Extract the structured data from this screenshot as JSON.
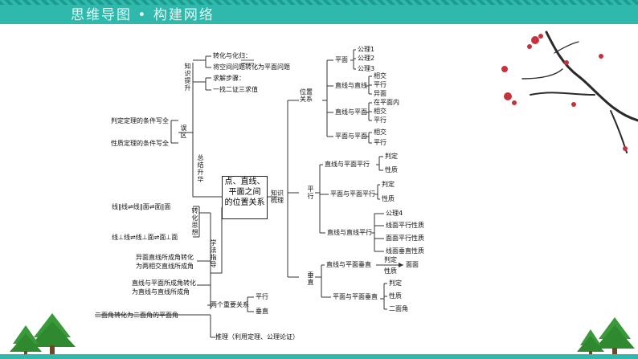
{
  "banner": {
    "title": "思维导图 • 构建网络"
  },
  "center": {
    "lines": [
      "点、直线、",
      "平面之间",
      "的位置关系"
    ]
  },
  "zhishi_tisheng": {
    "label": "知识提升",
    "items": [
      "转化与化归：",
      "将空间问题转化为平面问题",
      "求解步骤：",
      "一找二证三求值"
    ]
  },
  "wuqu": {
    "label": "误区",
    "items": [
      "判定定理的条件写全",
      "性质定理的条件写全"
    ]
  },
  "zongjie": {
    "label": "总结升华"
  },
  "xuefa": {
    "label": "学法指导",
    "zhuanhua": {
      "label": "转化思想",
      "items": [
        "线∥线⇌线∥面⇌面∥面",
        "线⊥线⇌线⊥面⇌面⊥面"
      ]
    },
    "items": [
      "异面直线所成角转化为两相交直线所成角",
      "直线与平面所成角转化为直线与直线所成角",
      "二面角转化为二面角的平面角"
    ],
    "two_relations": {
      "label": "两个重要关系",
      "items": [
        "平行",
        "垂直"
      ]
    },
    "proof": "推理（利用定理、公理论证）"
  },
  "zhishi_shuli": {
    "label": "知识梳理"
  },
  "weizhi": {
    "label": "位置关系",
    "plane": {
      "label": "平面",
      "items": [
        "公理1",
        "公理2",
        "公理3"
      ]
    },
    "line_line": {
      "label": "直线与直线",
      "items": [
        "相交",
        "平行",
        "异面"
      ]
    },
    "line_plane": {
      "label": "直线与平面",
      "items": [
        "在平面内",
        "相交",
        "平行"
      ]
    },
    "plane_plane": {
      "label": "平面与平面",
      "items": [
        "相交",
        "平行"
      ]
    }
  },
  "pingxing": {
    "label": "平行",
    "lp": {
      "label": "直线与平面平行",
      "items": [
        "判定",
        "性质"
      ]
    },
    "pp": {
      "label": "平面与平面平行",
      "items": [
        "判定",
        "性质"
      ]
    },
    "ll": {
      "label": "直线与直线平行",
      "items": [
        "公理4",
        "线面平行性质",
        "面面平行性质",
        "线面垂直性质"
      ]
    }
  },
  "chuizhi": {
    "label": "垂直",
    "lp": {
      "label": "直线与平面垂直",
      "arrow_top": "判定",
      "arrow_bottom": "性质",
      "target": "面面"
    },
    "pp": {
      "label": "平面与平面垂直",
      "items": [
        "判定",
        "性质",
        "二面角"
      ]
    }
  },
  "colors": {
    "banner": "#2fb8ac",
    "line": "#333333",
    "blossom": "#c8313b",
    "tree": "#3a9a3a"
  }
}
